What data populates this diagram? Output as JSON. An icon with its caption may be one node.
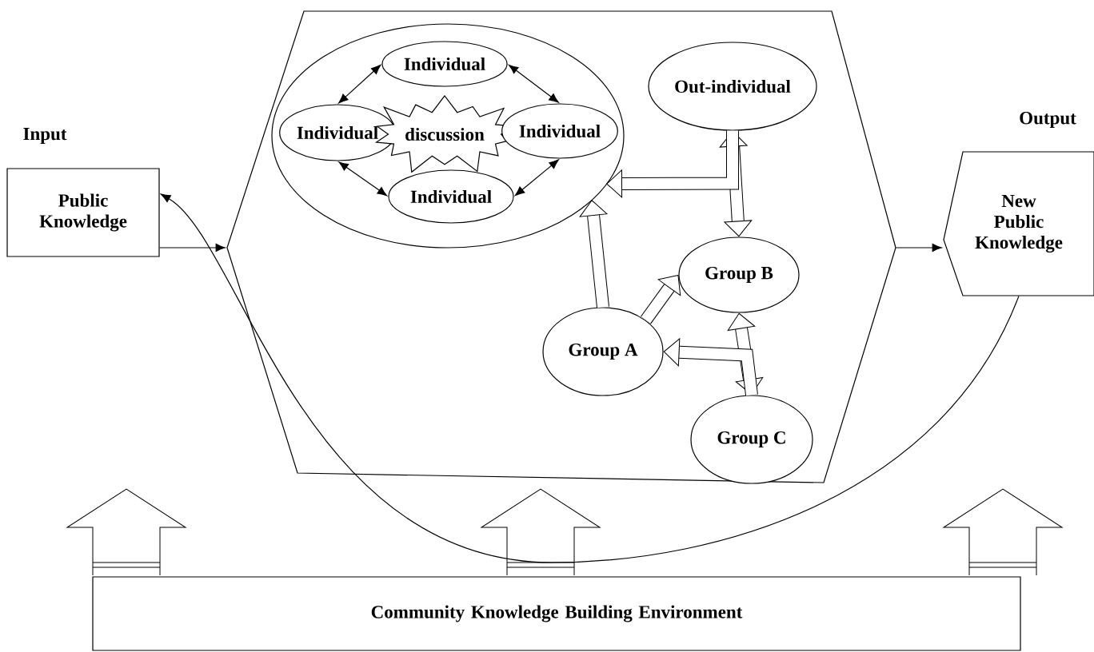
{
  "diagram": {
    "nodes": [
      {
        "text": [
          "Public Knowledge"
        ],
        "beside": [
          "Input"
        ]
      },
      {
        "text": [],
        "shape": "hexagon"
      },
      {
        "text": [
          "New Public Knowledge"
        ],
        "beside": [
          "Output"
        ]
      },
      {
        "text": [],
        "shape": "ellipse",
        "in": 1
      },
      {
        "text": [
          "Individual"
        ],
        "in": 3
      },
      {
        "text": [
          "Individual"
        ],
        "in": 3
      },
      {
        "text": [
          "discussion"
        ],
        "in": 3
      },
      {
        "text": [
          "Individual"
        ],
        "in": 3
      },
      {
        "text": [
          "Individual"
        ],
        "in": 3
      },
      {
        "text": [
          "Out-individual"
        ],
        "in": 1
      },
      {
        "text": [
          "Group B"
        ],
        "in": 1
      },
      {
        "text": [
          "Group A"
        ],
        "in": 1
      },
      {
        "text": [
          "Group C"
        ],
        "in": 1
      },
      {
        "text": [
          "Community Knowledge Building Environment"
        ]
      }
    ],
    "edges": [
      {
        "from": 0,
        "to": 1,
        "arrow": "to"
      },
      {
        "from": 1,
        "to": 2,
        "arrow": "to"
      },
      {
        "from": 2,
        "to": 0,
        "arrow": "to"
      },
      {
        "from": 5,
        "to": 4,
        "arrow": "both"
      },
      {
        "from": 4,
        "to": 7,
        "arrow": "both"
      },
      {
        "from": 5,
        "to": 8,
        "arrow": "both"
      },
      {
        "from": 8,
        "to": 7,
        "arrow": "both"
      },
      {
        "from": 9,
        "to": 10,
        "arrow": "both",
        "style": "thick"
      },
      {
        "from": 9,
        "to": 3,
        "arrow": "to",
        "style": "thick"
      },
      {
        "from": 11,
        "to": 3,
        "arrow": "to",
        "style": "thick"
      },
      {
        "from": 11,
        "to": 10,
        "arrow": "to",
        "style": "thick"
      },
      {
        "from": 10,
        "to": 12,
        "arrow": "both",
        "style": "thick"
      },
      {
        "from": 12,
        "to": 11,
        "arrow": "to",
        "style": "thick"
      }
    ]
  }
}
